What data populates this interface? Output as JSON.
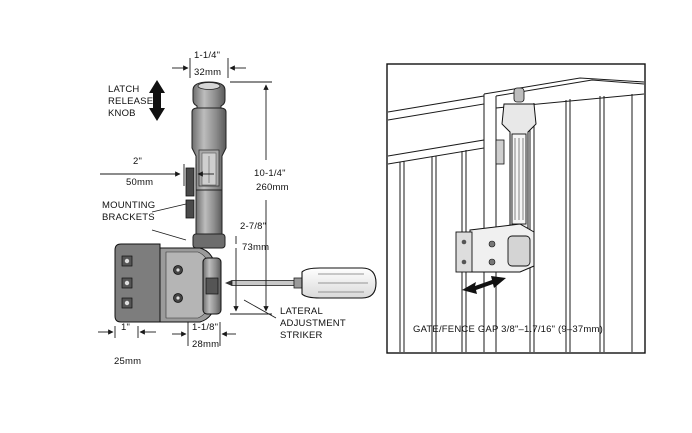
{
  "labels": {
    "latch_line1": "LATCH",
    "latch_line2": "RELEASE",
    "latch_line3": "KNOB",
    "width_top_frac": "1-1/4\"",
    "width_top_mm": "32mm",
    "offset_frac": "2\"",
    "offset_mm": "50mm",
    "height_frac": "10-1/4\"",
    "height_mm": "260mm",
    "mount_line1": "MOUNTING",
    "mount_line2": "BRACKETS",
    "striker_h_frac": "2-7/8\"",
    "striker_h_mm": "73mm",
    "lateral_line1": "LATERAL",
    "lateral_line2": "ADJUSTMENT",
    "lateral_line3": "STRIKER",
    "bottom_left_frac": "1\"",
    "bottom_left_mm": "25mm",
    "bottom_mid_frac": "1-1/8\"",
    "bottom_mid_mm": "28mm",
    "gap_caption": "GATE/FENCE GAP  3/8\"–1.7/16\" (9–37mm)"
  },
  "colors": {
    "body": "#9a9a9a",
    "body_dark": "#5f5f5f",
    "bracket": "#7a7a7a",
    "line": "#1a1a1a"
  }
}
